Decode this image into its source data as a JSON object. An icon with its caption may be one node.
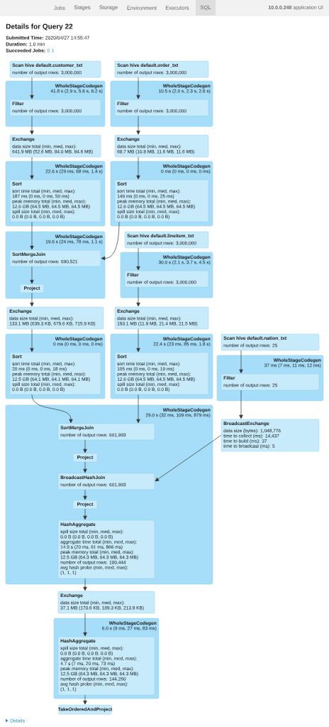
{
  "diagram": {
    "title": "Details for Query 22",
    "nodes": [
      {
        "text": [
          "Scan hive default.customer_txt",
          "number of output rows: 3,000,000"
        ]
      },
      {
        "text": [
          "Scan hive default.order_txt",
          "number of output rows: 3,000,000"
        ]
      },
      {
        "text": [
          "WholeStageCodegen",
          "41.8 s (2.9 s, 5.6 s, 6.2 s)"
        ]
      },
      {
        "text": [
          "Filter",
          "number of output rows: 3,000,000"
        ],
        "in": 2
      },
      {
        "text": [
          "WholeStageCodegen",
          "10.5 s (2.0 s, 2.3 s, 2.6 s)"
        ]
      },
      {
        "text": [
          "Filter",
          "number of output rows: 3,000,000"
        ],
        "in": 4
      },
      {
        "text": [
          "Exchange",
          "data size total (min, med, max):",
          "641.9 MB (52.6 MB, 84.0 MB, 84.6 MB)"
        ]
      },
      {
        "text": [
          "Exchange",
          "data size total (min, med, max):",
          "68.7 MB (10.8 MB, 11.6 MB, 11.6 MB)"
        ]
      },
      {
        "text": [
          "WholeStageCodegen",
          "22.6 s (29 ms, 68 ms, 1.4 s)"
        ]
      },
      {
        "text": [
          "Sort",
          "sort time total (min, med, max):",
          "187 ms (0 ms, 0 ms, 50 ms)",
          "peak memory total (min, med, max):",
          "12.6 GB (64.5 MB, 64.5 MB, 64.5 MB)",
          "spill size total (min, med, max):",
          "0.0 B (0.0 B, 0.0 B, 0.0 B)"
        ],
        "in": 8
      },
      {
        "text": [
          "WholeStageCodegen",
          "0 ms (0 ms, 0 ms, 0 ms)"
        ]
      },
      {
        "text": [
          "Sort",
          "sort time total (min, med, max):",
          "149 ms (0 ms, 0 ms, 25 ms)",
          "peak memory total (min, med, max):",
          "12.6 GB (64.5 MB, 64.5 MB, 64.5 MB)",
          "spill size total (min, med, max):",
          "0.0 B (0.0 B, 0.0 B, 0.0 B)"
        ],
        "in": 10
      },
      {
        "text": [
          "WholeStageCodegen",
          "19.6 s (24 ms, 78 ms, 1.1 s)"
        ]
      },
      {
        "text": [
          "SortMergeJoin",
          "number of output rows: 690,521"
        ],
        "in": 12
      },
      {
        "text": [
          "Project"
        ],
        "in": 12
      },
      {
        "text": [
          "Scan hive default.lineitem_txt",
          "number of output rows: 3,000,000"
        ]
      },
      {
        "text": [
          "WholeStageCodegen",
          "30.0 s (2.1 s, 3.7 s, 4.5 s)"
        ]
      },
      {
        "text": [
          "Filter",
          "number of output rows: 3,000,000"
        ],
        "in": 16
      },
      {
        "text": [
          "Exchange",
          "data size total (min, med, max):",
          "133.1 MB (639.3 KB, 679.6 KB, 715.9 KB)"
        ]
      },
      {
        "text": [
          "Exchange",
          "data size total (min, med, max):",
          "193.1 MB (11.9 MB, 21.4 MB, 21.5 MB)"
        ]
      },
      {
        "text": [
          "WholeStageCodegen",
          "0 ms (0 ms, 0 ms, 0 ms)"
        ]
      },
      {
        "text": [
          "Sort",
          "sort time total (min, med, max):",
          "20 ms (0 ms, 0 ms, 18 ms)",
          "peak memory total (min, med, max):",
          "12.5 GB (64.1 MB, 64.1 MB, 64.1 MB)",
          "spill size total (min, med, max):",
          "0.0 B (0.0 B, 0.0 B, 0.0 B)"
        ],
        "in": 20
      },
      {
        "text": [
          "WholeStageCodegen",
          "22.4 s (23 ms, 85 ms, 1.8 s)"
        ]
      },
      {
        "text": [
          "Sort",
          "sort time total (min, med, max):",
          "105 ms (0 ms, 0 ms, 19 ms)",
          "peak memory total (min, med, max):",
          "12.6 GB (64.5 MB, 64.5 MB, 64.5 MB)",
          "spill size total (min, med, max):",
          "0.0 B (0.0 B, 0.0 B, 0.0 B)"
        ],
        "in": 22
      },
      {
        "text": [
          "Scan hive default.nation_txt",
          "number of output rows: 25"
        ]
      },
      {
        "text": [
          "WholeStageCodegen",
          "29.0 s (32 ms, 109 ms, 879 ms)"
        ]
      },
      {
        "text": [
          "SortMergeJoin",
          "number of output rows: 601,993"
        ],
        "in": 25
      },
      {
        "text": [
          "Project"
        ],
        "in": 25
      },
      {
        "text": [
          "BroadcastHashJoin",
          "number of output rows: 601,993"
        ],
        "in": 25
      },
      {
        "text": [
          "Project"
        ],
        "in": 25
      },
      {
        "text": [
          "HashAggregate",
          "spill size total (min, med, max):",
          "0.0 B (0.0 B, 0.0 B, 0.0 B)",
          "aggregate time total (min, med, max):",
          "14.9 s (20 ms, 61 ms, 866 ms)",
          "peak memory total (min, med, max):",
          "12.5 GB (64.3 MB, 64.3 MB, 64.3 MB)",
          "number of output rows: 180,444",
          "avg hash probe (min, med, max):",
          "(1, 1, 1)"
        ],
        "in": 25
      },
      {
        "text": [
          "WholeStageCodegen",
          "37 ms (7 ms, 11 ms, 12 ms)"
        ]
      },
      {
        "text": [
          "Filter",
          "number of output rows: 25"
        ],
        "in": 31
      },
      {
        "text": [
          "BroadcastExchange",
          "data size (bytes): 1,048,776",
          "time to collect (ms): 14,437",
          "time to build (ms): 37",
          "time to broadcast (ms): 5"
        ]
      },
      {
        "text": [
          "Exchange",
          "data size total (min, med, max):",
          "37.1 MB (170.6 KB, 189.3 KB, 213.9 KB)"
        ]
      },
      {
        "text": [
          "WholeStageCodegen",
          "6.0 s (9 ms, 27 ms, 83 ms)"
        ]
      },
      {
        "text": [
          "HashAggregate",
          "spill size total (min, med, max):",
          "0.0 B (0.0 B, 0.0 B, 0.0 B)",
          "aggregate time total (min, med, max):",
          "4.7 s (7 ms, 20 ms, 73 ms)",
          "peak memory total (min, med, max):",
          "12.5 GB (64.3 MB, 64.3 MB, 64.3 MB)",
          "number of output rows: 144,260",
          "avg hash probe (min, med, max):",
          "(1, 1, 1)"
        ],
        "in": 35
      },
      {
        "text": [
          "TakeOrderedAndProject"
        ]
      }
    ],
    "edges": [
      {
        "from": 0,
        "to": 3,
        "arrow": "to"
      },
      {
        "from": 1,
        "to": 5,
        "arrow": "to"
      },
      {
        "from": 3,
        "to": 6,
        "arrow": "to"
      },
      {
        "from": 5,
        "to": 7,
        "arrow": "to"
      },
      {
        "from": 6,
        "to": 9,
        "arrow": "to"
      },
      {
        "from": 7,
        "to": 11,
        "arrow": "to"
      },
      {
        "from": 9,
        "to": 13,
        "arrow": "to"
      },
      {
        "from": 11,
        "to": 13,
        "arrow": "to"
      },
      {
        "from": 13,
        "to": 14,
        "arrow": "to"
      },
      {
        "from": 14,
        "to": 18,
        "arrow": "to"
      },
      {
        "from": 15,
        "to": 17,
        "arrow": "to"
      },
      {
        "from": 17,
        "to": 19,
        "arrow": "to"
      },
      {
        "from": 18,
        "to": 21,
        "arrow": "to"
      },
      {
        "from": 19,
        "to": 23,
        "arrow": "to"
      },
      {
        "from": 21,
        "to": 26,
        "arrow": "to"
      },
      {
        "from": 23,
        "to": 26,
        "arrow": "to"
      },
      {
        "from": 26,
        "to": 27,
        "arrow": "to"
      },
      {
        "from": 27,
        "to": 28,
        "arrow": "to"
      },
      {
        "from": 24,
        "to": 32,
        "arrow": "to"
      },
      {
        "from": 32,
        "to": 33,
        "arrow": "to"
      },
      {
        "from": 33,
        "to": 28,
        "arrow": "to"
      },
      {
        "from": 28,
        "to": 29,
        "arrow": "to"
      },
      {
        "from": 29,
        "to": 30,
        "arrow": "to"
      },
      {
        "from": 30,
        "to": 34,
        "arrow": "to"
      },
      {
        "from": 34,
        "to": 36,
        "arrow": "to"
      },
      {
        "from": 36,
        "to": 37,
        "arrow": "to"
      }
    ],
    "labels": [
      "Jobs",
      "Stages",
      "Storage",
      "Environment",
      "Executors",
      "SQL",
      "**10.0.0.248** application UI",
      "**Submitted Time:** 2020/04/27 14:55:47",
      "**Duration:** 1.0 min",
      "Succeeded Jobs:",
      "0",
      "1",
      "Details"
    ]
  }
}
